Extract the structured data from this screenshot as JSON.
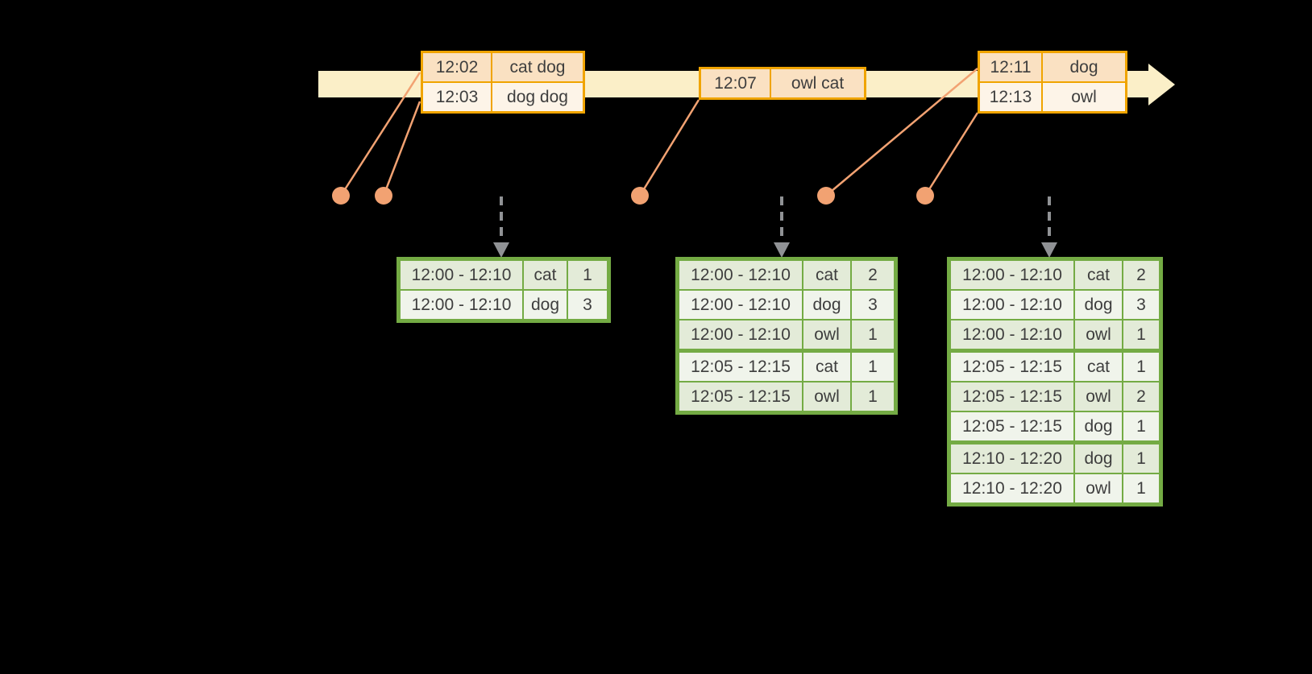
{
  "colors": {
    "background": "#000000",
    "timeline_band": "#FBEFC8",
    "event_border": "#F0A400",
    "event_row_peach": "#FAE1C2",
    "event_row_cream": "#FDF4E8",
    "result_border": "#74AB44",
    "result_row_dark": "#E3EBD8",
    "result_row_light": "#F0F4EB",
    "text": "#3E3E3E",
    "dot": "#F2A272",
    "trigger_arrow": "#909295"
  },
  "icons": {
    "timeline_arrowhead": "right-arrow",
    "trigger": "dashed-down-arrow",
    "event_marker": "dot"
  },
  "timeline": {
    "event_tables": [
      {
        "rows": [
          {
            "time": "12:02",
            "words": "cat dog"
          },
          {
            "time": "12:03",
            "words": "dog dog"
          }
        ]
      },
      {
        "rows": [
          {
            "time": "12:07",
            "words": "owl cat"
          }
        ]
      },
      {
        "rows": [
          {
            "time": "12:11",
            "words": "dog"
          },
          {
            "time": "12:13",
            "words": "owl"
          }
        ]
      }
    ]
  },
  "result_tables": [
    {
      "rows": [
        {
          "window": "12:00 - 12:10",
          "word": "cat",
          "count": "1"
        },
        {
          "window": "12:00 - 12:10",
          "word": "dog",
          "count": "3"
        }
      ],
      "group_breaks": []
    },
    {
      "rows": [
        {
          "window": "12:00 - 12:10",
          "word": "cat",
          "count": "2"
        },
        {
          "window": "12:00 - 12:10",
          "word": "dog",
          "count": "3"
        },
        {
          "window": "12:00 - 12:10",
          "word": "owl",
          "count": "1"
        },
        {
          "window": "12:05 - 12:15",
          "word": "cat",
          "count": "1"
        },
        {
          "window": "12:05 - 12:15",
          "word": "owl",
          "count": "1"
        }
      ],
      "group_breaks": [
        3
      ]
    },
    {
      "rows": [
        {
          "window": "12:00 - 12:10",
          "word": "cat",
          "count": "2"
        },
        {
          "window": "12:00 - 12:10",
          "word": "dog",
          "count": "3"
        },
        {
          "window": "12:00 - 12:10",
          "word": "owl",
          "count": "1"
        },
        {
          "window": "12:05 - 12:15",
          "word": "cat",
          "count": "1"
        },
        {
          "window": "12:05 - 12:15",
          "word": "owl",
          "count": "2"
        },
        {
          "window": "12:05 - 12:15",
          "word": "dog",
          "count": "1"
        },
        {
          "window": "12:10 - 12:20",
          "word": "dog",
          "count": "1"
        },
        {
          "window": "12:10 - 12:20",
          "word": "owl",
          "count": "1"
        }
      ],
      "group_breaks": [
        3,
        6
      ]
    }
  ]
}
